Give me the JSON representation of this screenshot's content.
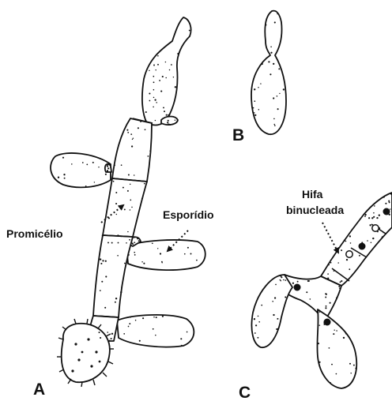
{
  "panels": {
    "a": "A",
    "b": "B",
    "c": "C"
  },
  "labels": {
    "promicelio": "Promicélio",
    "esporidio": "Esporídio",
    "hifa_line1": "Hifa",
    "hifa_line2": "binucleada"
  },
  "colors": {
    "stroke": "#111111",
    "fill": "#ffffff"
  }
}
